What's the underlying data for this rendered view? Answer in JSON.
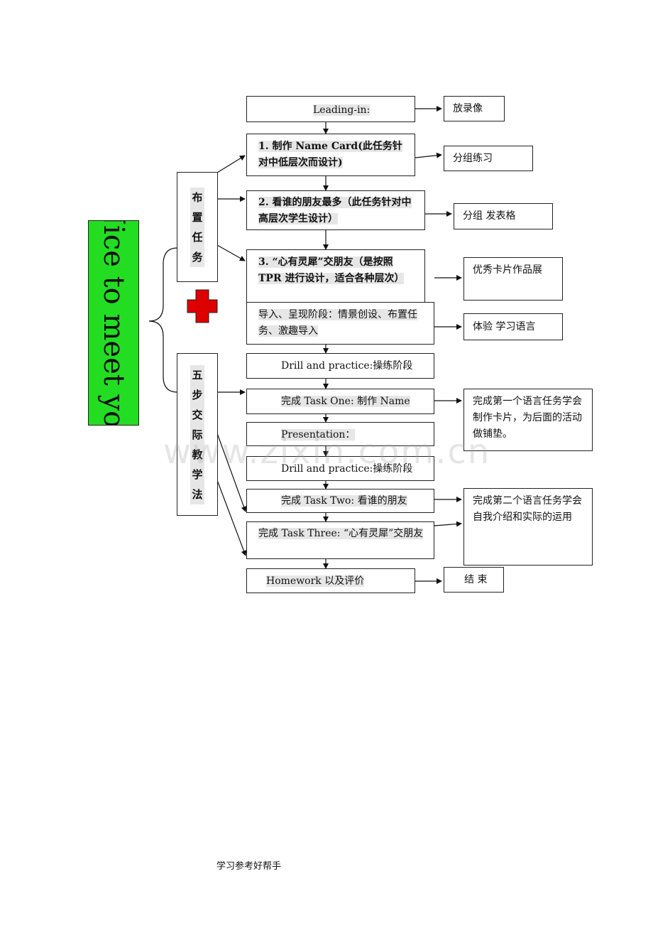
{
  "side_title": "Nice to meet you",
  "group1_chars": [
    "布",
    "置",
    "任",
    "务"
  ],
  "group2_chars": [
    "五",
    "步",
    "交",
    "际",
    "教",
    "学",
    "法"
  ],
  "flow": {
    "leading_in": "Leading-in:",
    "task1": "1. 制作 Name Card(此任务针对中低层次而设计)",
    "task2": "2. 看谁的朋友最多（此任务针对中高层次学生设计）",
    "task3": "3. “心有灵犀”交朋友（是按照 TPR 进行设计，适合各种层次）",
    "intro": "导入、呈现阶段：情景创设、布置任务、激趣导入",
    "drill1": "Drill and practice:操练阶段",
    "complete_task1": "完成 Task One: 制作 Name",
    "presentation": "Presentation：",
    "drill2": "Drill and practice:操练阶段",
    "complete_task2": "完成 Task Two: 看谁的朋友",
    "complete_task3": "完成 Task Three: “心有灵犀”交朋友",
    "homework": "Homework 以及评价"
  },
  "notes": {
    "play_video": "放录像",
    "group_practice": "分组练习",
    "group_forms": "分组 发表格",
    "card_exhibition": "优秀卡片作品展",
    "experience": "体验 学习语言",
    "first_task": "完成第一个语言任务学会制作卡片，为后面的活动做铺垫。",
    "second_task": "完成第二个语言任务学会自我介绍和实际的运用",
    "end": "结 束"
  },
  "watermark": "www.zixin.com.cn",
  "footer": "学习参考好帮手",
  "colors": {
    "green_panel": "#22dd22",
    "red_cross": "#dd0000",
    "highlight": "#e6e6e6"
  }
}
